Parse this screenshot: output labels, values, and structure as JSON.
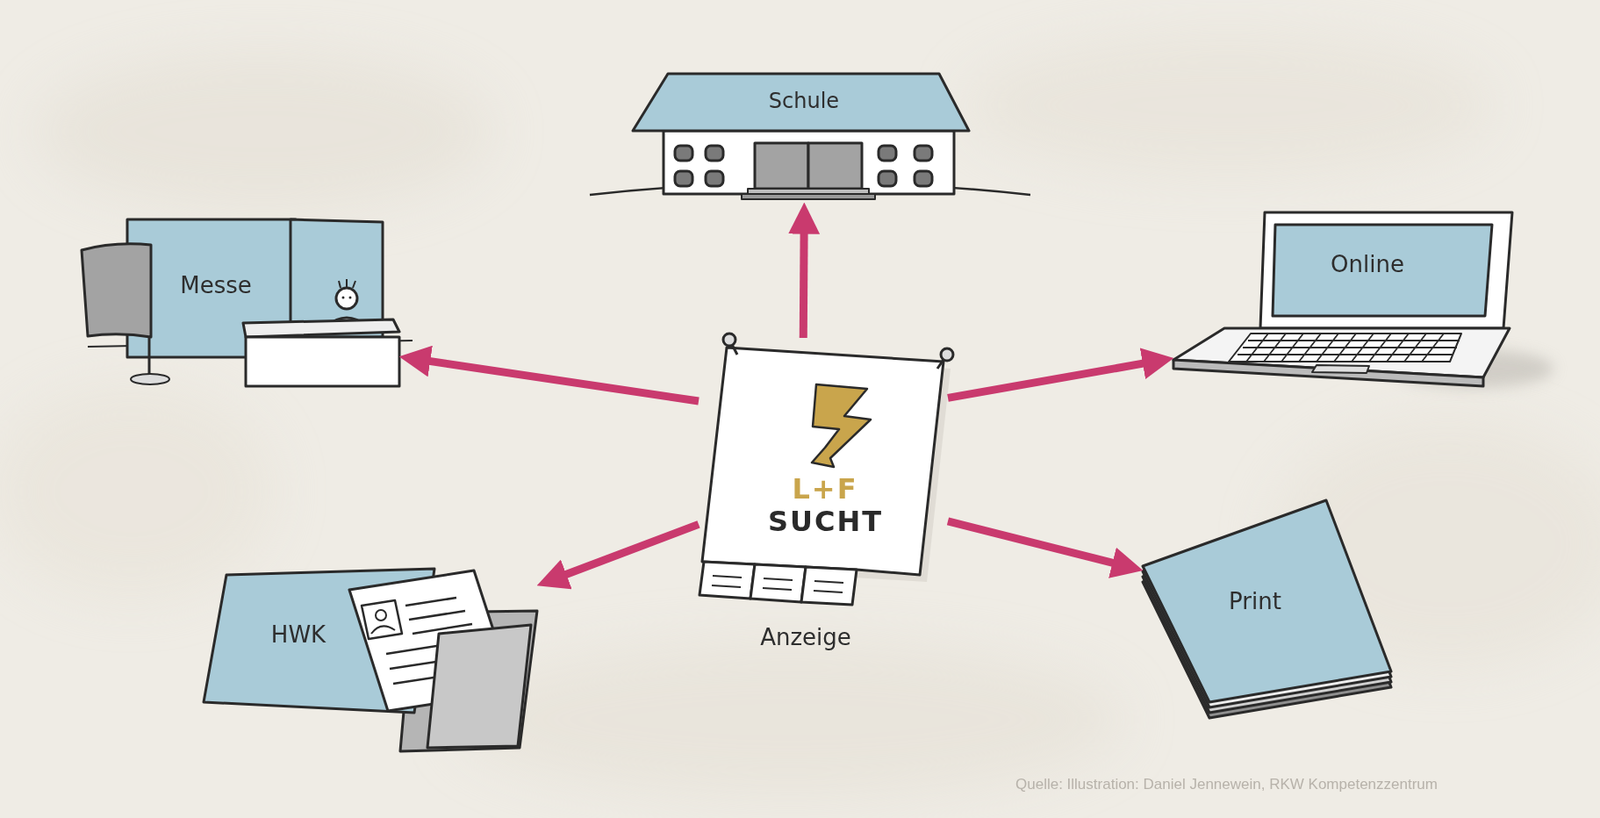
{
  "diagram": {
    "caption": "Quelle: Illustration: Daniel Jennewein, RKW Kompetenzzentrum",
    "nodes": [
      {
        "text": [
          "Schule"
        ]
      },
      {
        "text": [
          "Messe"
        ]
      },
      {
        "text": [
          "Online"
        ]
      },
      {
        "text": [
          "L+F SUCHT",
          "Anzeige"
        ]
      },
      {
        "text": [
          "HWK"
        ]
      },
      {
        "text": [
          "Print"
        ]
      }
    ],
    "edges": [
      {
        "from": 3,
        "to": 0,
        "arrow": "to"
      },
      {
        "from": 3,
        "to": 1,
        "arrow": "to"
      },
      {
        "from": 3,
        "to": 2,
        "arrow": "to"
      },
      {
        "from": 3,
        "to": 4,
        "arrow": "to"
      },
      {
        "from": 3,
        "to": 5,
        "arrow": "to"
      }
    ]
  }
}
